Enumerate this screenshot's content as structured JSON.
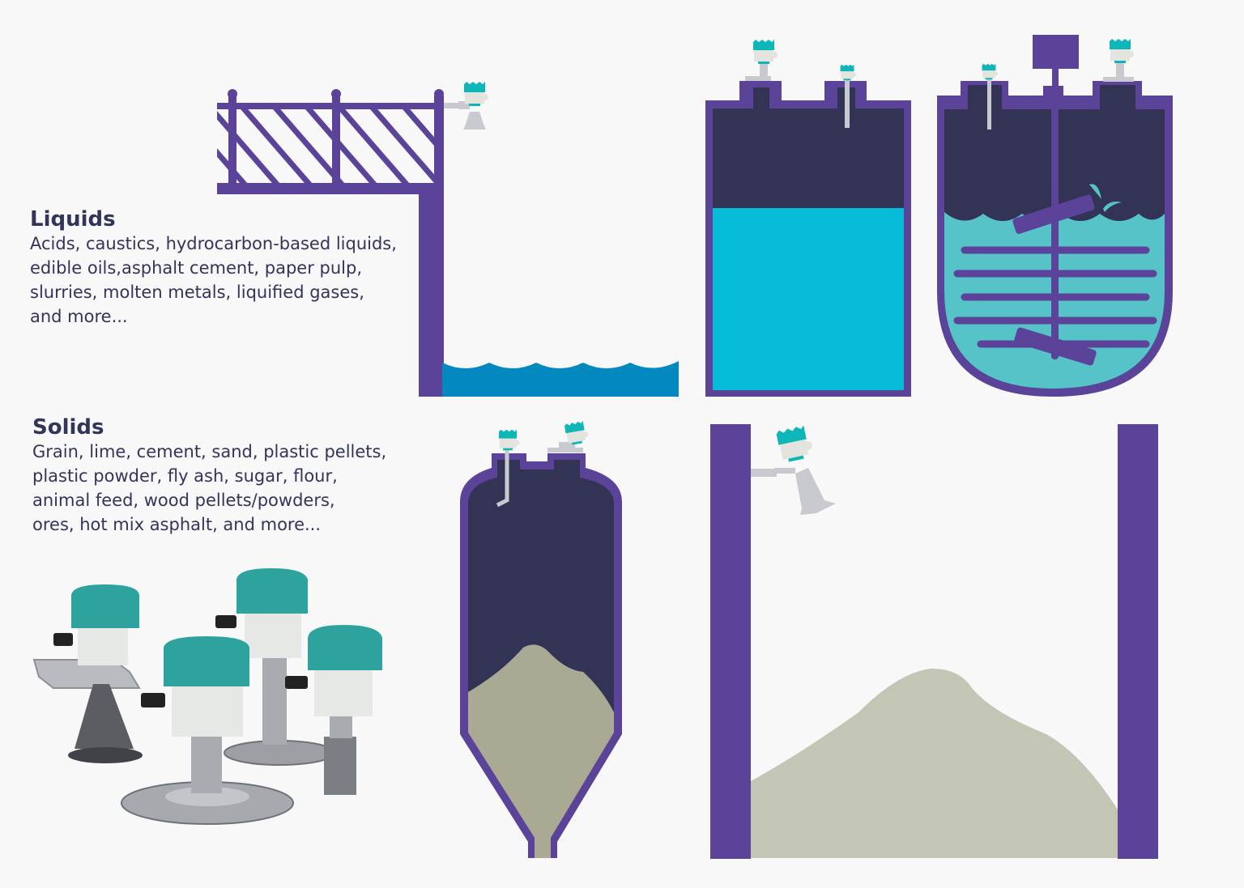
{
  "liquids": {
    "heading": "Liquids",
    "description": "Acids, caustics, hydrocarbon-based liquids,\nedible oils,asphalt cement, paper pulp,\nslurries, molten metals, liquified gases,\nand more..."
  },
  "solids": {
    "heading": "Solids",
    "description": "Grain, lime, cement, sand, plastic pellets,\nplastic powder, fly ash, sugar, flour,\nanimal feed, wood pellets/powders,\nores, hot mix asphalt, and more..."
  },
  "colors": {
    "background": "#f8f8f9",
    "wall_purple": "#5b4399",
    "tank_dark": "#333356",
    "liquid_cyan": "#07bcd9",
    "water_blue": "#0389bf",
    "reactor_teal": "#56c3c8",
    "solid_khaki": "#a9a994",
    "pile_gray": "#c4c6b5",
    "sensor_teal": "#0fb6b8",
    "sensor_body": "#e4e4df",
    "sensor_metal": "#c9c9d0",
    "text": "#33345a"
  }
}
